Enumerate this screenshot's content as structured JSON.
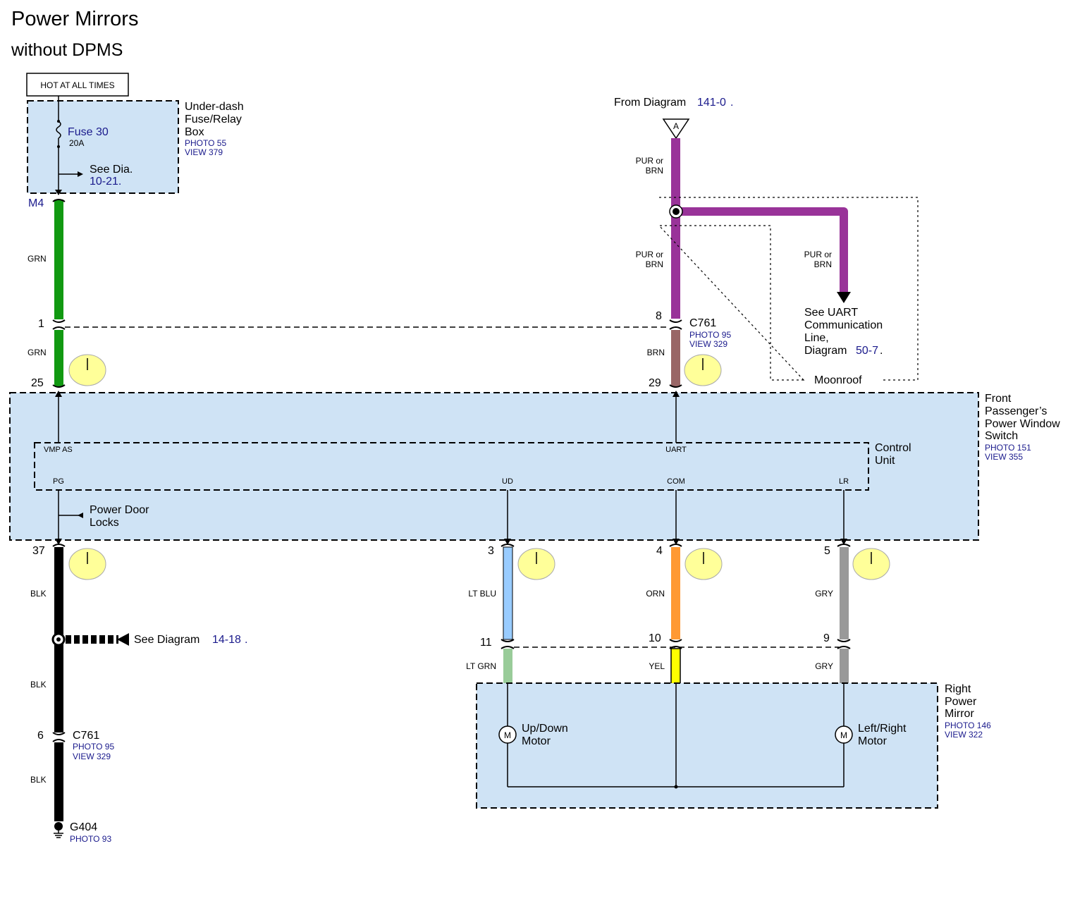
{
  "title": "Power Mirrors",
  "subtitle": "without DPMS",
  "hot_label": "HOT AT ALL TIMES",
  "fuse_box": {
    "name_1": "Under-dash",
    "name_2": "Fuse/Relay",
    "name_3": "Box",
    "photo": "PHOTO 55",
    "view": "VIEW 379",
    "fuse_name": "Fuse 30",
    "fuse_rating": "20A",
    "see_dia": "See Dia.",
    "see_dia_ref": "10-21."
  },
  "from_diagram": {
    "text": "From Diagram",
    "ref": "141-0",
    "dot": ".",
    "marker": "A"
  },
  "connector_m4": "M4",
  "wires": {
    "grn": "GRN",
    "pur_brn_1": "PUR or",
    "pur_brn_2": "BRN",
    "brn": "BRN",
    "blk": "BLK",
    "lt_blu": "LT BLU",
    "orn": "ORN",
    "gry": "GRY",
    "lt_grn": "LT GRN",
    "yel": "YEL"
  },
  "pins": {
    "p1": "1",
    "p25": "25",
    "p8": "8",
    "p29": "29",
    "p37": "37",
    "p3": "3",
    "p4": "4",
    "p5": "5",
    "p11": "11",
    "p10": "10",
    "p9": "9",
    "p6": "6"
  },
  "c761_top": {
    "name": "C761",
    "photo": "PHOTO 95",
    "view": "VIEW 329"
  },
  "c761_bottom": {
    "name": "C761",
    "photo": "PHOTO 95",
    "view": "VIEW 329"
  },
  "uart": {
    "line1": "See UART",
    "line2": "Communication",
    "line3": "Line,",
    "line4": "Diagram",
    "ref": "50-7",
    "dot": ".",
    "moonroof": "Moonroof"
  },
  "switch_box": {
    "name_1": "Front",
    "name_2": "Passenger’s",
    "name_3": "Power Window",
    "name_4": "Switch",
    "photo": "PHOTO 151",
    "view": "VIEW 355",
    "control_1": "Control",
    "control_2": "Unit",
    "term_vmp": "VMP AS",
    "term_uart": "UART",
    "term_pg": "PG",
    "term_ud": "UD",
    "term_com": "COM",
    "term_lr": "LR",
    "pdl_1": "Power Door",
    "pdl_2": "Locks"
  },
  "see_diagram_14": {
    "text": "See Diagram",
    "ref": "14-18",
    "dot": "."
  },
  "ground": {
    "name": "G404",
    "photo": "PHOTO 93"
  },
  "mirror_box": {
    "name_1": "Right",
    "name_2": "Power",
    "name_3": "Mirror",
    "photo": "PHOTO 146",
    "view": "VIEW 322",
    "ud_motor_1": "Up/Down",
    "ud_motor_2": "Motor",
    "lr_motor_1": "Left/Right",
    "lr_motor_2": "Motor",
    "motor_symbol": "M"
  },
  "colors": {
    "grn": "#119911",
    "pur": "#993399",
    "brn": "#996666",
    "blk": "#000000",
    "lt_blu": "#99ccff",
    "orn": "#ff9933",
    "gry": "#999999",
    "lt_grn": "#99cc99",
    "yel": "#ffff00",
    "box_fill": "#cfe3f5",
    "clock_fill": "#ffff99"
  }
}
